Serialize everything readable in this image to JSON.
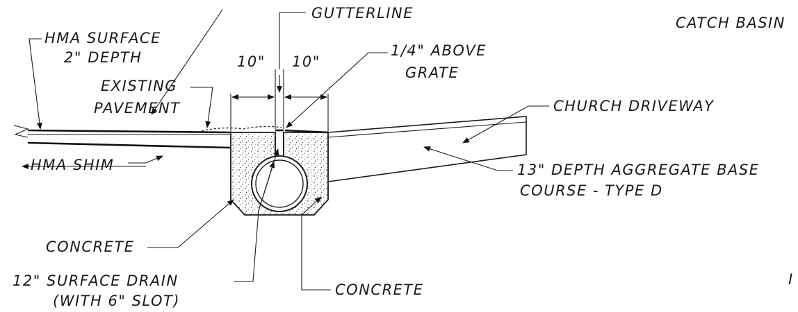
{
  "labels": {
    "gutterline": "GUTTERLINE",
    "catch_basin": "CATCH BASIN",
    "hma_surface_line1": "HMA SURFACE",
    "hma_surface_line2": "2\" DEPTH",
    "dim_left": "10\"",
    "dim_right": "10\"",
    "above_grate_line1": "1/4\" ABOVE",
    "above_grate_line2": "GRATE",
    "existing_line1": "EXISTING",
    "existing_line2": "PAVEMENT",
    "church_driveway": "CHURCH DRIVEWAY",
    "hma_shim": "HMA SHIM",
    "aggregate_line1": "13\" DEPTH AGGREGATE BASE",
    "aggregate_line2": "COURSE - TYPE D",
    "concrete_left": "CONCRETE",
    "concrete_right": "CONCRETE",
    "drain_line1": "12\" SURFACE DRAIN",
    "drain_line2": "(WITH 6\" SLOT)",
    "cutoff_letter": "I"
  }
}
